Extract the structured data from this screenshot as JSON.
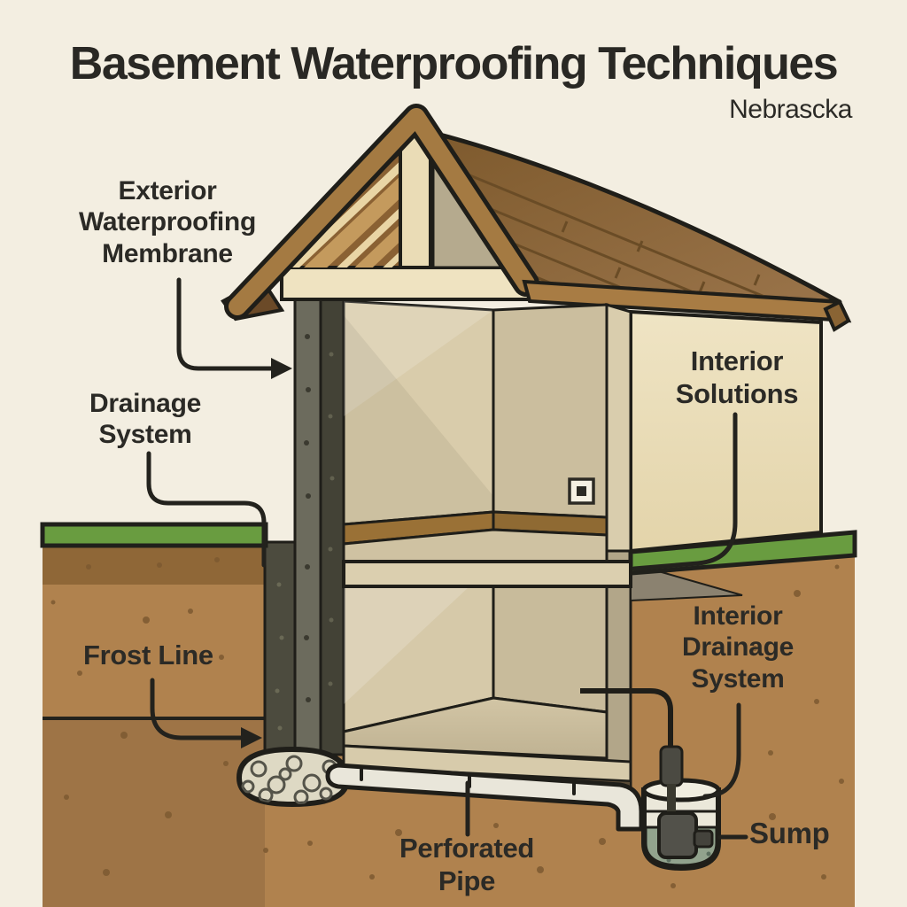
{
  "title": "Basement Waterproofing Techniques",
  "subtitle": "Nebrascka",
  "labels": {
    "exterior_membrane": "Exterior\nWaterproofing\nMembrane",
    "drainage_system": "Drainage\nSystem",
    "frost_line": "Frost Line",
    "interior_solutions": "Interior\nSolutions",
    "interior_drainage": "Interior\nDrainage\nSystem",
    "perforated_pipe": "Perforated\nPipe",
    "sump": "Sump"
  },
  "colors": {
    "background": "#f3eee1",
    "soil": "#b0824e",
    "topsoil": "#8f6737",
    "grass": "#699c40",
    "roof_shingles": "#8a6434",
    "fascia": "#a47a42",
    "wall_cream": "#ece0be",
    "membrane_dark": "#434236",
    "leader_line": "#23221d",
    "text": "#2b2a26"
  }
}
